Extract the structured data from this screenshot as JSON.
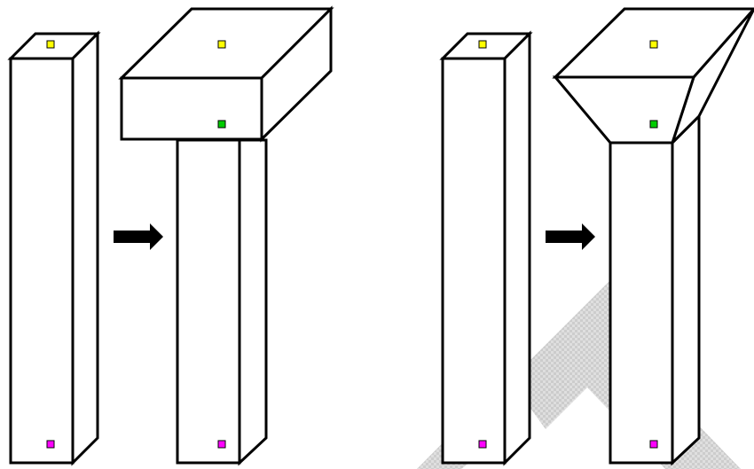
{
  "figure": {
    "panels": [
      {
        "name": "left-transformation",
        "before": "tall-column",
        "after": "column-with-box-cap"
      },
      {
        "name": "right-transformation",
        "before": "tall-column",
        "after": "column-with-flared-cap"
      }
    ],
    "transition_icon": "right-arrow-icon"
  },
  "colors": {
    "line": "#000000",
    "fill": "#ffffff",
    "top_marker": "#ffff00",
    "joint_marker": "#00cc00",
    "bottom_marker": "#ff00ff",
    "watermark": "#cccccc"
  },
  "watermark": {
    "icon": "checkered-arrow-watermark",
    "color": "#cccccc"
  }
}
